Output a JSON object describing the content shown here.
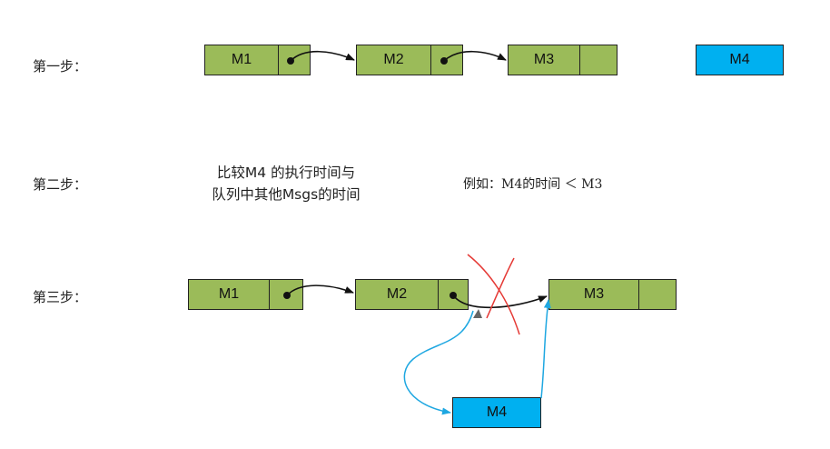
{
  "steps": {
    "step1": "第一步：",
    "step2": "第二步：",
    "step3": "第三步："
  },
  "step1_nodes": {
    "m1": "M1",
    "m2": "M2",
    "m3": "M3",
    "m4": "M4"
  },
  "step2": {
    "desc_line1": "比较M4 的执行时间与",
    "desc_line2": "队列中其他Msgs的时间",
    "example": "例如：M4的时间 ＜ M3"
  },
  "step3_nodes": {
    "m1": "M1",
    "m2": "M2",
    "m3": "M3",
    "m4": "M4"
  },
  "colors": {
    "node_green": "#9bbb59",
    "node_blue": "#00b0f0",
    "arrow_new": "#1ea7e1",
    "cross": "#e53935"
  }
}
